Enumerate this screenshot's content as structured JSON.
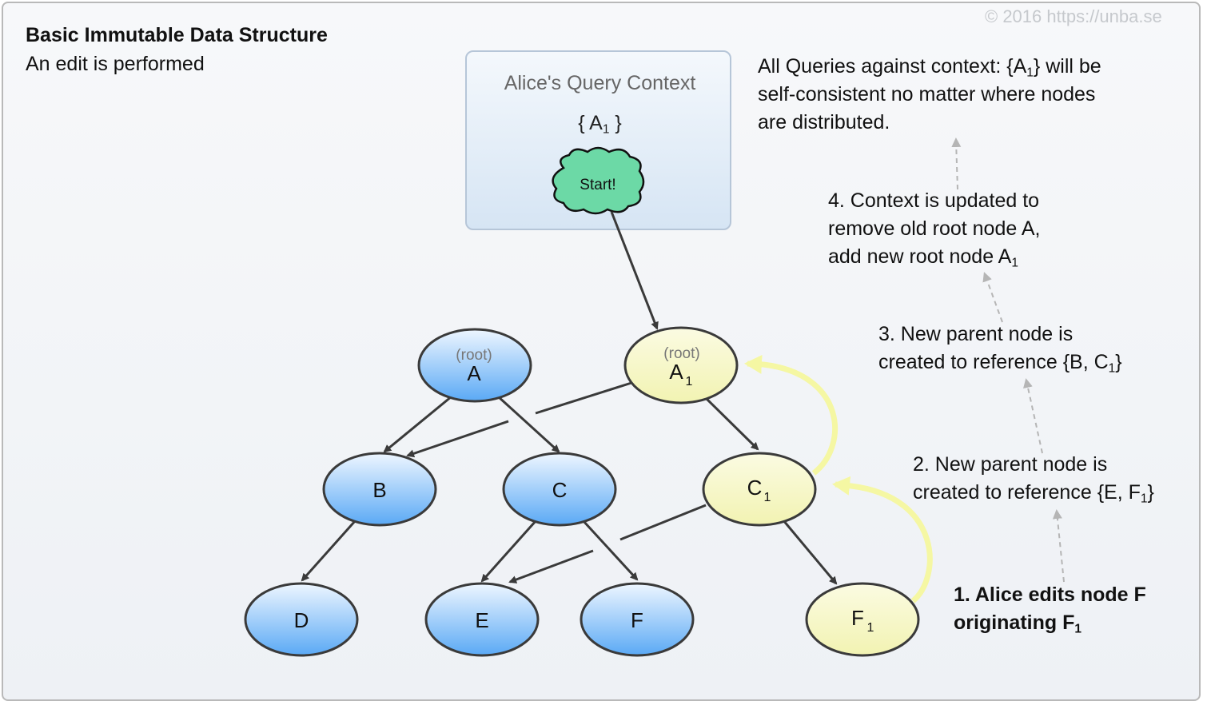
{
  "title": "Basic Immutable Data Structure",
  "subtitle": "An edit is performed",
  "copyright": "© 2016  https://unba.se",
  "context": {
    "title": "Alice's Query Context",
    "open": "{ A",
    "sub": "1",
    "close": " }",
    "start": "Start!"
  },
  "nodes": {
    "A": {
      "tag": "(root)",
      "label": "A"
    },
    "A1": {
      "tag": "(root)",
      "label": "A",
      "sub": "1"
    },
    "B": {
      "label": "B"
    },
    "C": {
      "label": "C"
    },
    "C1": {
      "label": "C",
      "sub": "1"
    },
    "D": {
      "label": "D"
    },
    "E": {
      "label": "E"
    },
    "F": {
      "label": "F"
    },
    "F1": {
      "label": "F",
      "sub": "1"
    }
  },
  "annotations": {
    "queries": {
      "l1a": "All Queries against context: {A",
      "l1sub": "1",
      "l1b": "} will be",
      "l2": "self-consistent no matter where nodes",
      "l3": "are distributed."
    },
    "step4": {
      "l1": "4. Context is updated to",
      "l2": "remove old root node A,",
      "l3a": "add new root node A",
      "l3sub": "1"
    },
    "step3": {
      "l1": "3. New parent node is",
      "l2a": "created to reference {B, C",
      "l2sub": "1",
      "l2b": "}"
    },
    "step2": {
      "l1": "2. New parent node is",
      "l2a": "created to reference {E, F",
      "l2sub": "1",
      "l2b": "}"
    },
    "step1": {
      "l1": "1. Alice edits node F",
      "l2a": "originating F",
      "l2sub": "1"
    }
  },
  "colors": {
    "blue_node_top": "#eef6ff",
    "blue_node_bottom": "#5aa9f5",
    "yellow_node": "#f7f8c4",
    "yellow_arrow": "#f5f7a3",
    "cloud": "#6cd9a6",
    "edge": "#3a3a3a",
    "hint_arrow": "#b5b5b5"
  }
}
